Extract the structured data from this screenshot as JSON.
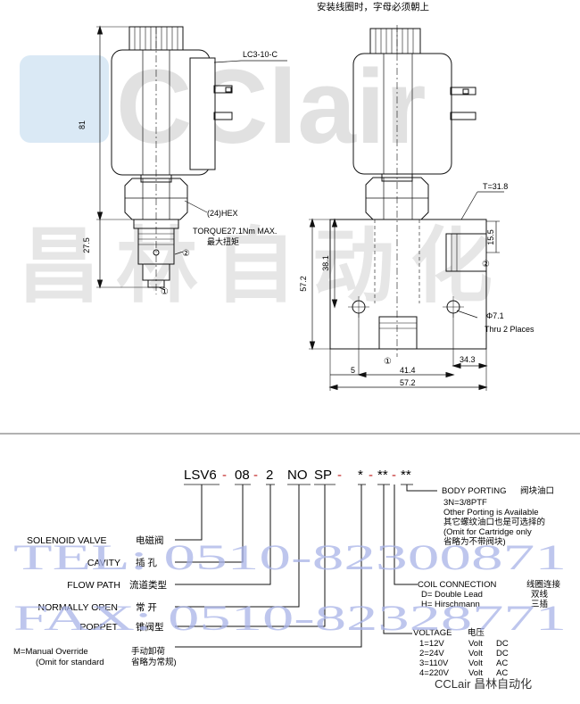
{
  "top_note": "安装线圈时，字母必须朝上",
  "drawing": {
    "coil_label": "LC3-10-C",
    "hex_label": "(24)HEX",
    "torque_label": "TORQUE27.1Nm MAX.",
    "torque_cn": "最大扭矩",
    "dim_81": "81",
    "dim_27_5": "27.5",
    "dim_57_2_vertical": "57.2",
    "dim_38_1": "38.1",
    "dim_15_5": "15.5",
    "dim_T": "T=31.8",
    "dim_phi": "Φ7.1",
    "thru": "Thru 2 Places",
    "dim_5": "5",
    "dim_41_4": "41.4",
    "dim_34_3": "34.3",
    "dim_57_2_horizontal": "57.2",
    "port_1": "①",
    "port_2": "②"
  },
  "watermark": {
    "logo_latin": "CClair",
    "logo_cn": "昌林自动化",
    "tel": "TEL: 0510-82300871",
    "fax": "FAX: 0510-82328771"
  },
  "code": {
    "parts": [
      "LSV6",
      "08",
      "2",
      "NO",
      "SP",
      "*",
      "**",
      "**"
    ],
    "separators": [
      "-",
      "-",
      "",
      "",
      "-",
      "-",
      "-"
    ]
  },
  "legend_left": [
    {
      "en": "SOLENOID  VALVE",
      "cn": "电磁阀"
    },
    {
      "en": "CAVITY",
      "cn": "插  孔"
    },
    {
      "en": "FLOW PATH",
      "cn": "流道类型"
    },
    {
      "en": "NORMALLY OPEN",
      "cn": "常  开"
    },
    {
      "en": "POPPET",
      "cn": "锥阀型"
    }
  ],
  "override": {
    "line1": "M=Manual Override",
    "line1_cn": "手动卸荷",
    "line2": "(Omit for standard",
    "line2_cn": "省略为常规)"
  },
  "body_porting": {
    "title": "BODY PORTING",
    "title_cn": "阀块油口",
    "l1": "3N=3/8PTF",
    "l2": "Other Porting is Available",
    "l3": "其它螺纹油口也是可选择的",
    "l4": "(Omit for Cartridge only",
    "l5": "省略为不带阀块)"
  },
  "coil_connection": {
    "title": "COIL CONNECTION",
    "title_cn": "线圈连接",
    "l1": "D= Double Lead",
    "l1_cn": "双线",
    "l2": "H= Hirschmann",
    "l2_cn": "三插"
  },
  "voltage": {
    "title": "VOLTAGE",
    "title_cn": "电压",
    "rows": [
      {
        "code": "1=12V",
        "unit": "Volt",
        "type": "DC"
      },
      {
        "code": "2=24V",
        "unit": "Volt",
        "type": "DC"
      },
      {
        "code": "3=110V",
        "unit": "Volt",
        "type": "AC"
      },
      {
        "code": "4=220V",
        "unit": "Volt",
        "type": "AC"
      }
    ]
  },
  "footer_brand": "CCLair 昌林自动化"
}
